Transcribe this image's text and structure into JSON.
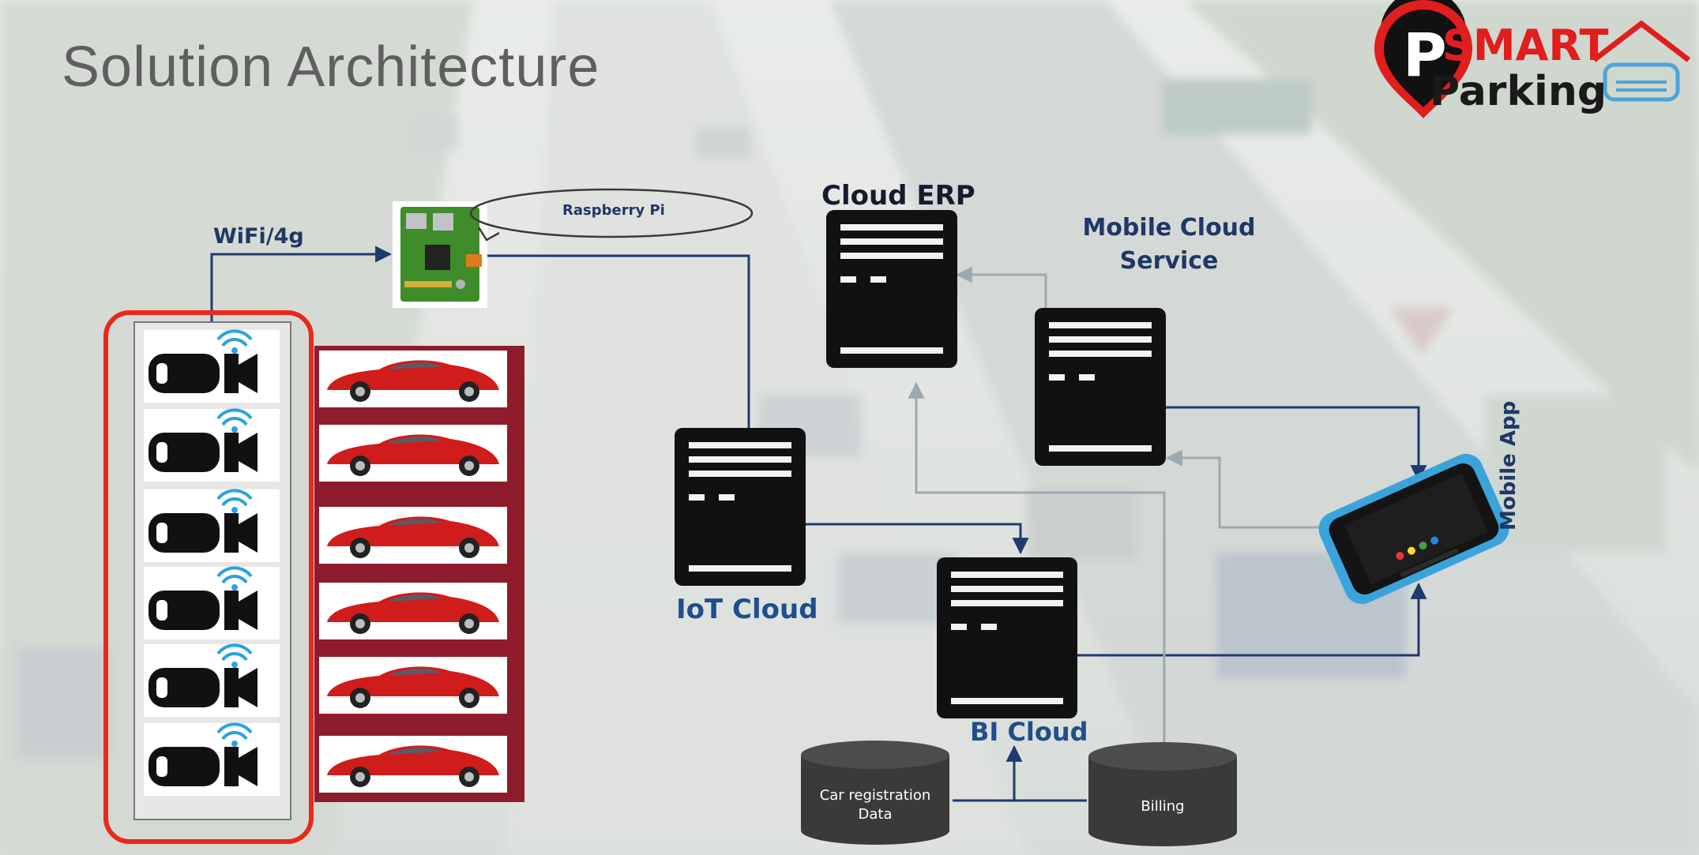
{
  "slide": {
    "title": "Solution Architecture"
  },
  "logo": {
    "smart": "SMART",
    "parking": "Parking",
    "icon": "parking-pin-icon"
  },
  "diagram": {
    "connection_label": "WiFi/4g",
    "raspberry_pi_callout": "Raspberry Pi",
    "cloud_erp": "Cloud ERP",
    "mobile_cloud_line1": "Mobile Cloud",
    "mobile_cloud_line2": "Service",
    "iot_cloud": "IoT Cloud",
    "bi_cloud": "BI Cloud",
    "mobile_app": "Mobile App",
    "db_car_line1": "Car registration",
    "db_car_line2": "Data",
    "db_billing": "Billing"
  },
  "colors": {
    "accent_red": "#e8291c",
    "server_black": "#111111",
    "arrow_navy": "#1f3a6e",
    "arrow_light": "#9aaab0"
  }
}
